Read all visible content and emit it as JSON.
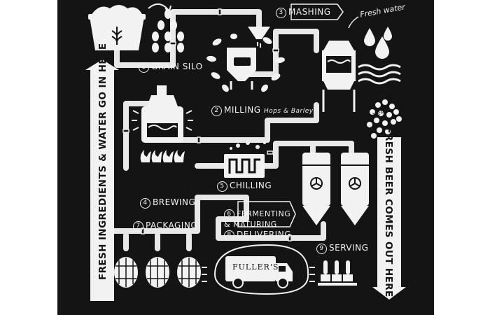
{
  "left_banner": "FRESH INGREDIENTS & WATER GO IN HERE",
  "right_banner": "FRESH BEER COMES OUT HERE",
  "steps": [
    {
      "number": "1",
      "label": "GRAIN SILO"
    },
    {
      "number": "2",
      "label": "MILLING"
    },
    {
      "number": "3",
      "label": "MASHING"
    },
    {
      "number": "4",
      "label": "BREWING"
    },
    {
      "number": "5",
      "label": "CHILLING"
    },
    {
      "number": "6",
      "label": "FERMENTING & MATURING"
    },
    {
      "number": "7",
      "label": "PACKAGING"
    },
    {
      "number": "8",
      "label": "DELIVERING"
    },
    {
      "number": "9",
      "label": "SERVING"
    }
  ],
  "annotations": {
    "hops_barley": "Hops & Barley",
    "fresh_water": "Fresh water",
    "yeast": "Yeast"
  },
  "truck_brand": "FULLER'S",
  "colors": {
    "board": "#141414",
    "chalk": "#f2f2f2",
    "page": "#ffffff"
  }
}
